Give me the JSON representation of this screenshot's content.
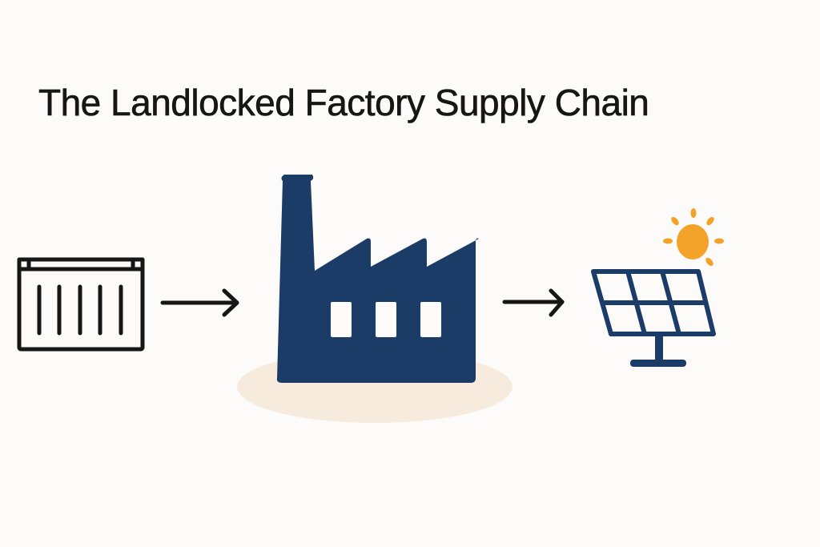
{
  "title": "The Landlocked Factory Supply Chain",
  "nodes": [
    {
      "id": "container",
      "icon": "shipping-container-icon",
      "label": "Shipping container"
    },
    {
      "id": "factory",
      "icon": "factory-icon",
      "label": "Factory"
    },
    {
      "id": "solar",
      "icon": "solar-panel-icon",
      "label": "Solar panel"
    }
  ],
  "edges": [
    {
      "from": "container",
      "to": "factory"
    },
    {
      "from": "factory",
      "to": "solar"
    }
  ],
  "colors": {
    "background": "#fcfbf9",
    "ink": "#161616",
    "factory": "#1b3c66",
    "factory_base": "#f6ebdc",
    "solar_frame": "#1b3c66",
    "sun": "#f3a32a"
  }
}
